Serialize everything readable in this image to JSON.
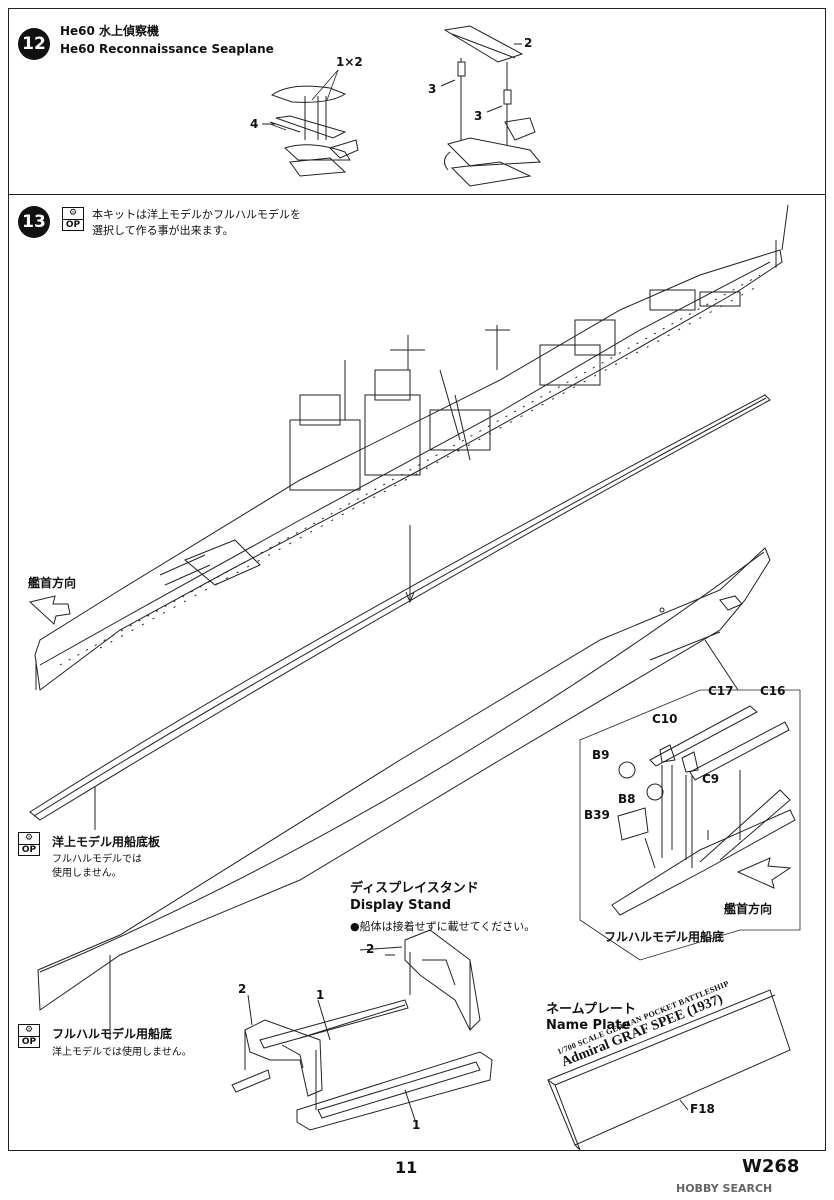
{
  "step12": {
    "number": "12",
    "title_jp": "He60 水上偵察機",
    "title_en": "He60 Reconnaissance Seaplane",
    "parts": {
      "p1x2": "1×2",
      "p2": "2",
      "p3a": "3",
      "p3b": "3",
      "p4": "4"
    }
  },
  "step13": {
    "number": "13",
    "op_icon": "OP",
    "instruction_line1": "本キットは洋上モデルかフルハルモデルを",
    "instruction_line2": "選択して作る事が出来ます。",
    "bow_direction_left": "艦首方向",
    "bow_direction_right": "艦首方向",
    "waterline_plate": {
      "title": "洋上モデル用船底板",
      "note_line1": "フルハルモデルでは",
      "note_line2": "使用しません。"
    },
    "full_hull_bottom": {
      "title": "フルハルモデル用船底",
      "note": "洋上モデルでは使用しません。"
    },
    "detail_inset": {
      "parts": [
        "C17",
        "C16",
        "C10",
        "B9",
        "C9",
        "B8",
        "B39"
      ],
      "caption": "フルハルモデル用船底"
    },
    "display_stand": {
      "title_jp": "ディスプレイスタンド",
      "title_en": "Display Stand",
      "note": "●船体は接着せずに載せてください。",
      "parts": {
        "a": "2",
        "b": "2",
        "c": "1",
        "d": "1"
      }
    },
    "name_plate": {
      "title_jp": "ネームプレート",
      "title_en": "Name Plate",
      "plate_line1": "1/700 SCALE GERMAN POCKET BATTLESHIP",
      "plate_line2": "Admiral GRAF SPEE (1937)",
      "part": "F18"
    }
  },
  "footer": {
    "page_number": "11",
    "code": "W268",
    "watermark": "HOBBY SEARCH"
  }
}
